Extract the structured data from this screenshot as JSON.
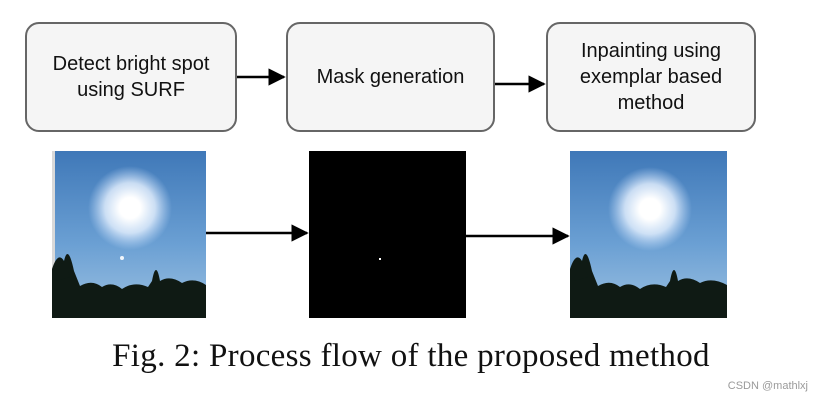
{
  "boxes": [
    {
      "label": "Detect bright spot\nusing SURF"
    },
    {
      "label": "Mask generation"
    },
    {
      "label": "Inpainting using\nexemplar based\nmethod"
    }
  ],
  "images": [
    {
      "name": "Input sky image with sun glare"
    },
    {
      "name": "Generated mask"
    },
    {
      "name": "Inpainted output image"
    }
  ],
  "caption": "Fig. 2: Process flow of the proposed method",
  "watermark": "CSDN @mathlxj"
}
